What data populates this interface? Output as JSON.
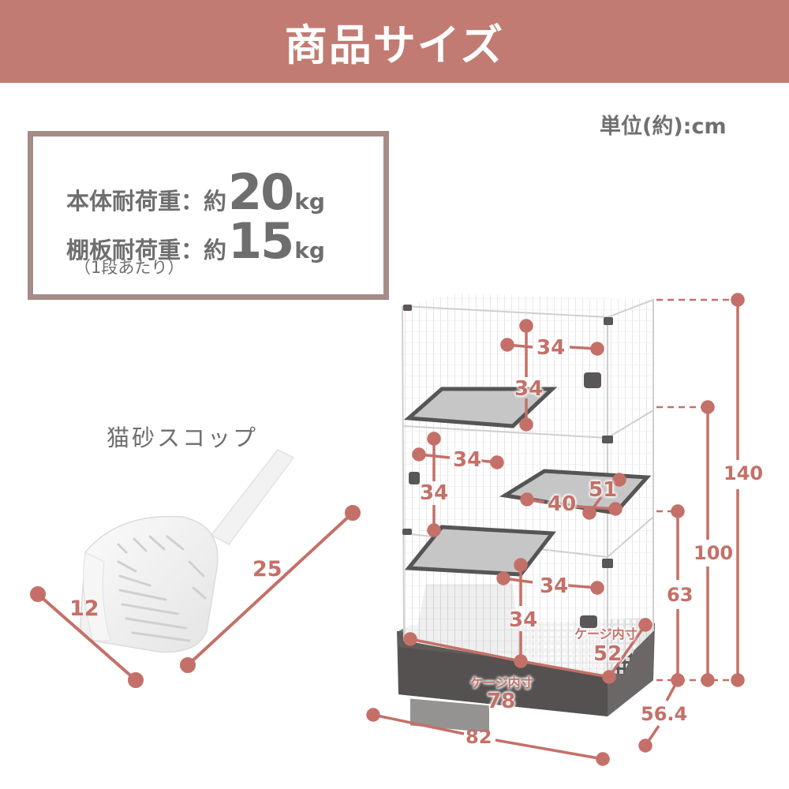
{
  "header": {
    "title": "商品サイズ",
    "background": "#c17b72"
  },
  "unit_note": "単位(約):cm",
  "load_spec": {
    "border_color": "#a68b86",
    "body": {
      "label": "本体耐荷重：約",
      "value": "20",
      "unit": "kg"
    },
    "shelf": {
      "label": "棚板耐荷重：約",
      "value": "15",
      "unit": "kg"
    },
    "shelf_note": "（1段あたり）"
  },
  "scoop": {
    "title": "猫砂スコップ",
    "dimensions": {
      "length": "25",
      "width": "12"
    }
  },
  "cage": {
    "accent_color": "#c47068",
    "heights": {
      "total": "140",
      "second_tier": "100",
      "first_tier": "63"
    },
    "footprint": {
      "width": "82",
      "depth": "56.4"
    },
    "inner": {
      "label": "ケージ内寸",
      "width": "78",
      "depth": "52"
    },
    "top_opening": {
      "width": "34",
      "height": "34"
    },
    "middle_opening": {
      "width": "34",
      "height": "34"
    },
    "bottom_opening": {
      "width": "34",
      "height": "34"
    },
    "shelf": {
      "width": "40",
      "depth": "51"
    }
  }
}
